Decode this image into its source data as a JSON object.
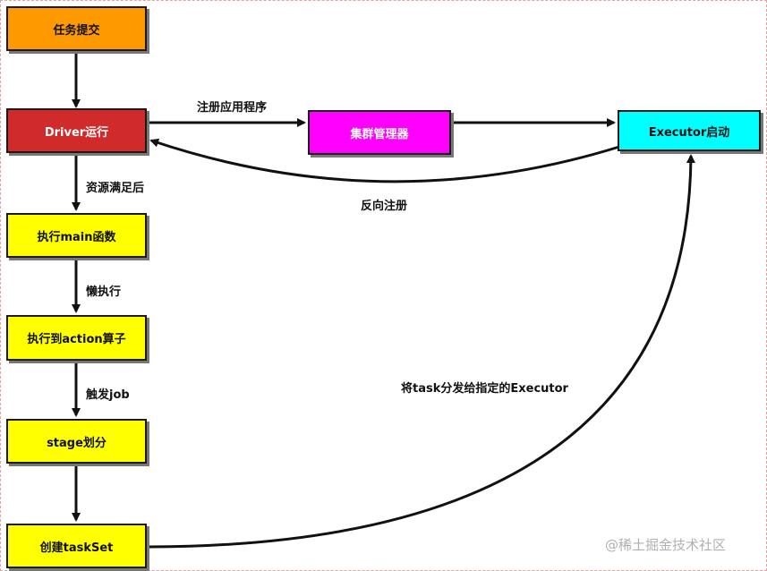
{
  "nodes": {
    "task_submit": {
      "label": "任务提交",
      "color": "#ff9900"
    },
    "driver_run": {
      "label": "Driver运行",
      "color": "#d02a2a"
    },
    "cluster_manager": {
      "label": "集群管理器",
      "color": "#ff00ff"
    },
    "executor_start": {
      "label": "Executor启动",
      "color": "#00ffff"
    },
    "exec_main": {
      "label": "执行main函数",
      "color": "#ffff00"
    },
    "exec_action": {
      "label": "执行到action算子",
      "color": "#ffff00"
    },
    "stage_split": {
      "label": "stage划分",
      "color": "#ffff00"
    },
    "create_taskset": {
      "label": "创建taskSet",
      "color": "#ffff00"
    }
  },
  "edges": {
    "register_app": "注册应用程序",
    "reverse_register": "反向注册",
    "resources_ready": "资源满足后",
    "lazy_exec": "懒执行",
    "trigger_job": "触发job",
    "dispatch_task": "将task分发给指定的Executor"
  },
  "watermark": "@稀土掘金技术社区"
}
